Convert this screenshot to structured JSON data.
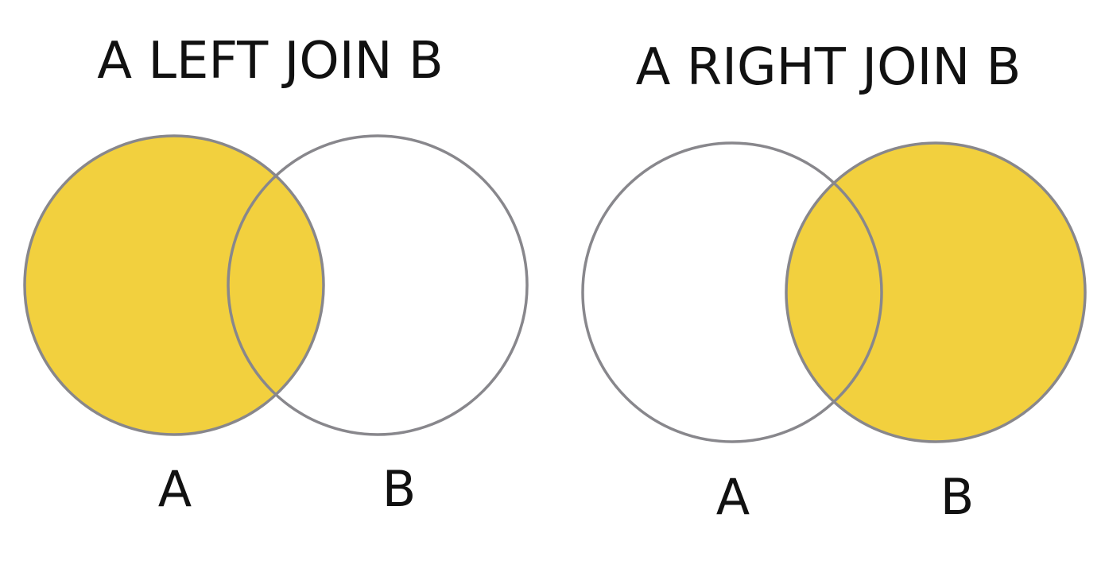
{
  "colors": {
    "highlight": "#F2D03E",
    "outline": "#88878C",
    "background": "#FFFFFF",
    "text": "#111111"
  },
  "diagrams": [
    {
      "title": "A LEFT JOIN B",
      "left_label": "A",
      "right_label": "B",
      "highlighted_sets": [
        "A"
      ]
    },
    {
      "title": "A RIGHT JOIN B",
      "left_label": "A",
      "right_label": "B",
      "highlighted_sets": [
        "B"
      ]
    }
  ]
}
